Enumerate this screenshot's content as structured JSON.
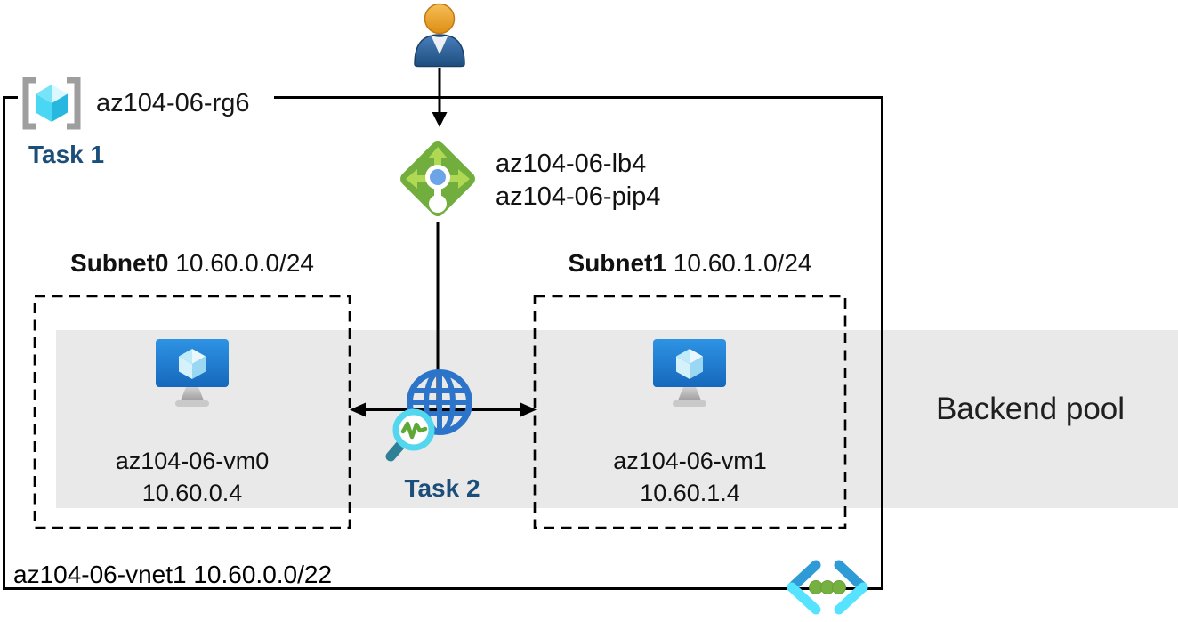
{
  "rg": {
    "name": "az104-06-rg6",
    "task1": "Task 1"
  },
  "lb": {
    "name": "az104-06-lb4",
    "pip": "az104-06-pip4"
  },
  "subnets": [
    {
      "name": "Subnet0",
      "cidr": "10.60.0.0/24",
      "vm_name": "az104-06-vm0",
      "vm_ip": "10.60.0.4"
    },
    {
      "name": "Subnet1",
      "cidr": "10.60.1.0/24",
      "vm_name": "az104-06-vm1",
      "vm_ip": "10.60.1.4"
    }
  ],
  "task2": "Task 2",
  "backend_pool": "Backend pool",
  "vnet_label": "az104-06-vnet1 10.60.0.0/22",
  "icons": {
    "user": "user-icon",
    "resource_group": "resource-group-icon",
    "load_balancer": "load-balancer-icon",
    "virtual_machine": "virtual-machine-icon",
    "globe_magnifier": "globe-magnifier-icon",
    "virtual_network": "virtual-network-icon"
  },
  "colors": {
    "task_text": "#1B4E79",
    "backend_band": "#E9E9E9",
    "border": "#000000",
    "lb_green": "#72AE3D",
    "lb_arrow_green": "#AFD954",
    "lb_dot_blue": "#6BA5E7",
    "vm_blue": "#2186D8",
    "rg_bracket_gray": "#9E9E9E",
    "cube_cyan": "#4AD7F3",
    "globe_blue": "#2B74C9",
    "magnifier_cyan": "#52D7EE",
    "zigzag_green": "#5FA837",
    "vnet_chevron_blue": "#2E9BD6",
    "vnet_chevron_cyan": "#55E3FF",
    "vnet_dot_green": "#76B041"
  }
}
